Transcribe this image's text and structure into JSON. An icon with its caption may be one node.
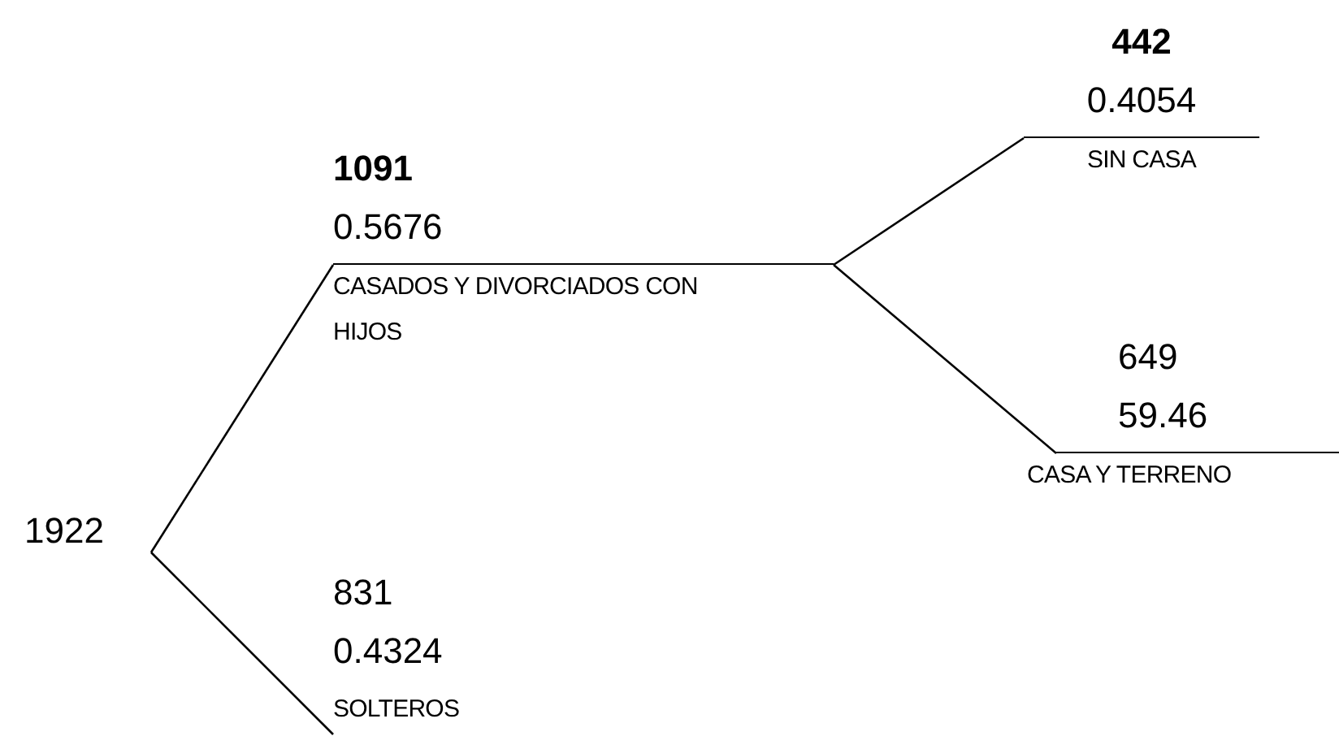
{
  "diagram": {
    "nodes": [
      {
        "text": [
          "1922"
        ]
      },
      {
        "text": [
          "1091",
          "0.5676",
          "CASADOS Y DIVORCIADOS CON HIJOS"
        ]
      },
      {
        "text": [
          "442",
          "0.4054",
          "SIN CASA"
        ]
      },
      {
        "text": [
          "649",
          "59.46",
          "CASA Y TERRENO"
        ]
      },
      {
        "text": [
          "831",
          "0.4324",
          "SOLTEROS"
        ]
      }
    ],
    "edges": [
      {
        "from": 0,
        "to": 1,
        "arrow": "none"
      },
      {
        "from": 0,
        "to": 4,
        "arrow": "none"
      },
      {
        "from": 1,
        "to": 2,
        "arrow": "none"
      },
      {
        "from": 1,
        "to": 3,
        "arrow": "none"
      }
    ]
  }
}
